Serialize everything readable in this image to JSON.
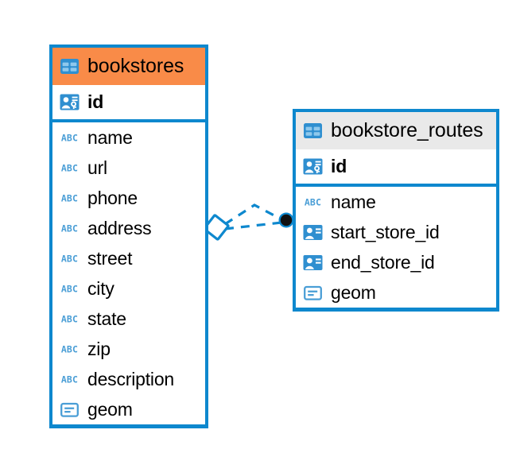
{
  "diagram": {
    "type": "entity-relationship-diagram",
    "background_color": "#ffffff",
    "accent_color": "#0e88ce",
    "selected_header_color": "#f98b48",
    "unselected_header_color": "#e9e9e9",
    "entities": [
      {
        "name": "bookstores",
        "selected": true,
        "icon": "table-icon",
        "fields": [
          {
            "name": "id",
            "type": "primary-key",
            "icon": "primary-key-icon"
          },
          {
            "name": "name",
            "type": "text",
            "icon": "abc-text-icon"
          },
          {
            "name": "url",
            "type": "text",
            "icon": "abc-text-icon"
          },
          {
            "name": "phone",
            "type": "text",
            "icon": "abc-text-icon"
          },
          {
            "name": "address",
            "type": "text",
            "icon": "abc-text-icon"
          },
          {
            "name": "street",
            "type": "text",
            "icon": "abc-text-icon"
          },
          {
            "name": "city",
            "type": "text",
            "icon": "abc-text-icon"
          },
          {
            "name": "state",
            "type": "text",
            "icon": "abc-text-icon"
          },
          {
            "name": "zip",
            "type": "text",
            "icon": "abc-text-icon"
          },
          {
            "name": "description",
            "type": "text",
            "icon": "abc-text-icon"
          },
          {
            "name": "geom",
            "type": "geometry",
            "icon": "geometry-icon"
          }
        ]
      },
      {
        "name": "bookstore_routes",
        "selected": false,
        "icon": "table-icon",
        "fields": [
          {
            "name": "id",
            "type": "primary-key",
            "icon": "primary-key-icon"
          },
          {
            "name": "name",
            "type": "text",
            "icon": "abc-text-icon"
          },
          {
            "name": "start_store_id",
            "type": "foreign-key",
            "icon": "foreign-key-icon"
          },
          {
            "name": "end_store_id",
            "type": "foreign-key",
            "icon": "foreign-key-icon"
          },
          {
            "name": "geom",
            "type": "geometry",
            "icon": "geometry-icon"
          }
        ]
      }
    ],
    "relationship": {
      "from_entity": "bookstores",
      "to_entity": "bookstore_routes",
      "line_style": "dashed",
      "line_color": "#0e88ce",
      "source_marker": "diamond",
      "target_marker": "filled-circle",
      "target_marker_color": "#000000"
    }
  }
}
